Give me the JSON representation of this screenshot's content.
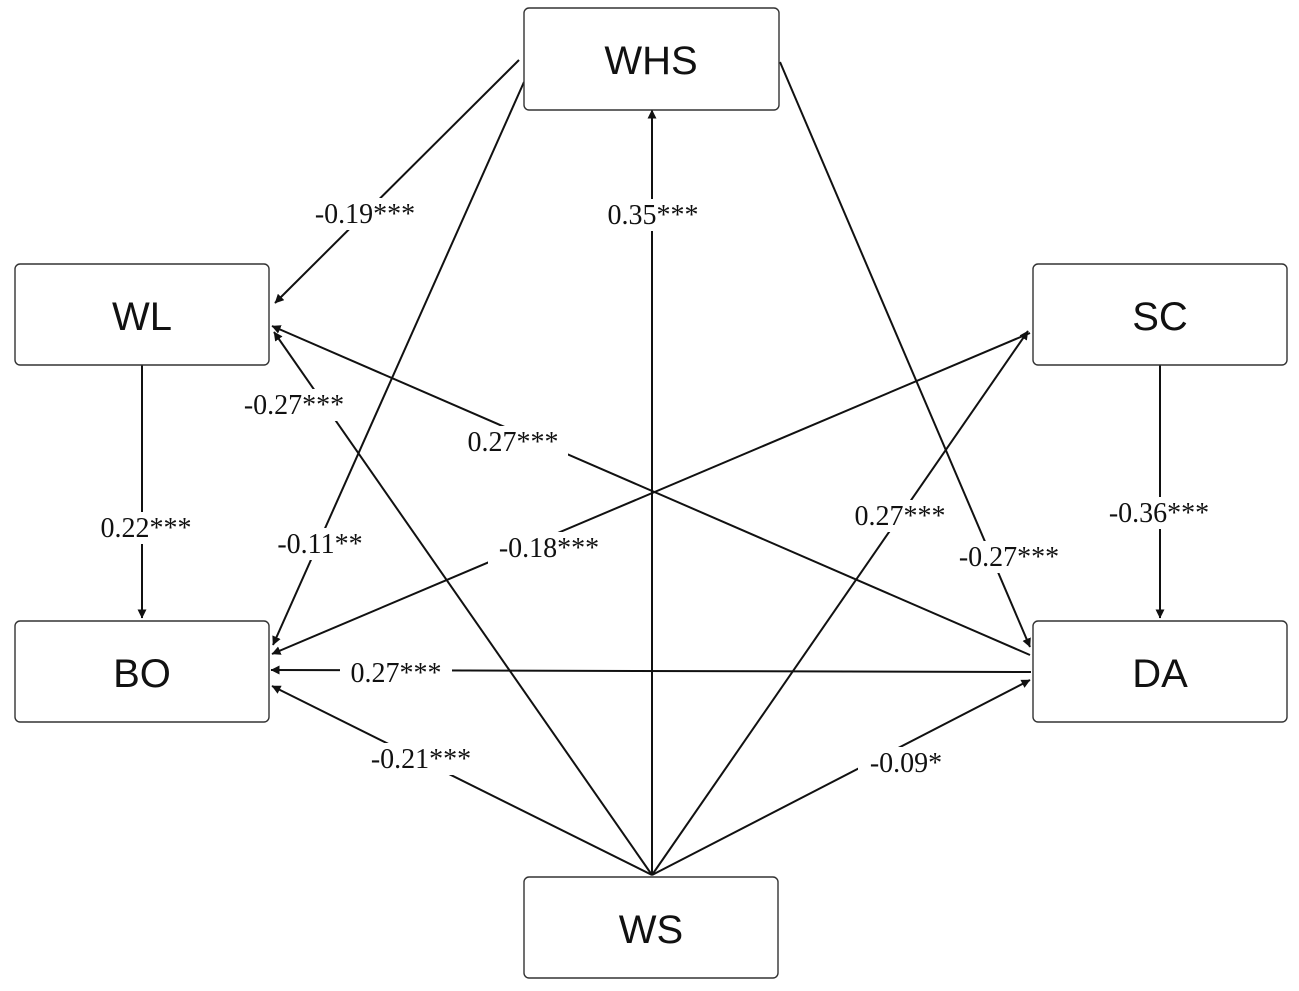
{
  "nodes": {
    "whs": "WHS",
    "wl": "WL",
    "sc": "SC",
    "bo": "BO",
    "da": "DA",
    "ws": "WS"
  },
  "paths": [
    {
      "from": "WHS",
      "to": "WL",
      "coefficient": "-0.19***"
    },
    {
      "from": "WS",
      "to": "WHS",
      "coefficient": "0.35***"
    },
    {
      "from": "WS",
      "to": "WL",
      "coefficient": "-0.27***"
    },
    {
      "from": "DA",
      "to": "WL",
      "coefficient": "0.27***"
    },
    {
      "from": "WL",
      "to": "BO",
      "coefficient": "0.22***"
    },
    {
      "from": "WHS",
      "to": "BO",
      "coefficient": "-0.11**"
    },
    {
      "from": "SC",
      "to": "BO",
      "coefficient": "-0.18***"
    },
    {
      "from": "WS",
      "to": "SC",
      "coefficient": "0.27***"
    },
    {
      "from": "WHS",
      "to": "DA",
      "coefficient": "-0.27***"
    },
    {
      "from": "SC",
      "to": "DA",
      "coefficient": "-0.36***"
    },
    {
      "from": "DA",
      "to": "BO",
      "coefficient": "0.27***"
    },
    {
      "from": "WS",
      "to": "BO",
      "coefficient": "-0.21***"
    },
    {
      "from": "WS",
      "to": "DA",
      "coefficient": "-0.09*"
    }
  ]
}
